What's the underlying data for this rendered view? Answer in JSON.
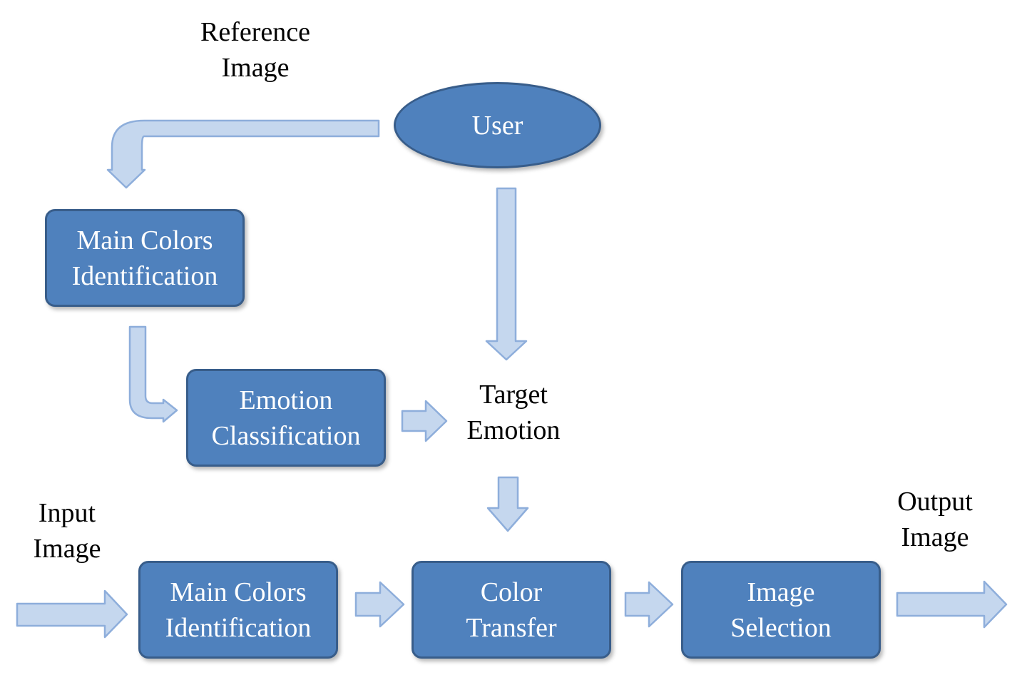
{
  "diagram": {
    "user": "User",
    "reference_image": [
      "Reference",
      "Image"
    ],
    "main_colors_top": [
      "Main Colors",
      "Identification"
    ],
    "emotion_classification": [
      "Emotion",
      "Classification"
    ],
    "target_emotion": [
      "Target",
      "Emotion"
    ],
    "input_image": [
      "Input",
      "Image"
    ],
    "main_colors_bottom": [
      "Main Colors",
      "Identification"
    ],
    "color_transfer": [
      "Color",
      "Transfer"
    ],
    "image_selection": [
      "Image",
      "Selection"
    ],
    "output_image": [
      "Output",
      "Image"
    ]
  },
  "colors": {
    "box_fill": "#4f81bd",
    "box_border": "#385d8a",
    "arrow_fill": "#c5d7ee",
    "arrow_stroke": "#8eaedb"
  }
}
